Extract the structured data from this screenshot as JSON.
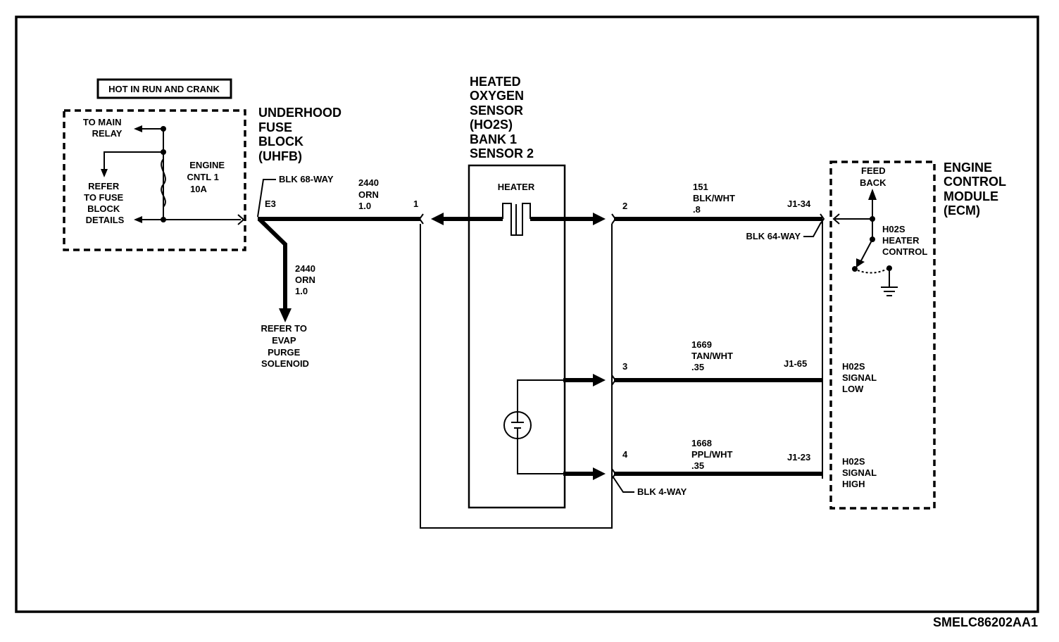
{
  "fuse_block": {
    "hot_label": "HOT IN RUN AND CRANK",
    "title": [
      "UNDERHOOD",
      "FUSE",
      "BLOCK",
      "(UHFB)"
    ],
    "to_main_relay": [
      "TO MAIN",
      "RELAY"
    ],
    "refer_fuse": [
      "REFER",
      "TO FUSE",
      "BLOCK",
      "DETAILS"
    ],
    "fuse": [
      "ENGINE",
      "CNTL 1",
      "10A"
    ],
    "connector": "BLK 68-WAY",
    "terminal": "E3"
  },
  "wire_2440_main": [
    "2440",
    "ORN",
    "1.0"
  ],
  "wire_2440_branch": [
    "2440",
    "ORN",
    "1.0"
  ],
  "evap_ref": [
    "REFER TO",
    "EVAP",
    "PURGE",
    "SOLENOID"
  ],
  "sensor": {
    "title": [
      "HEATED",
      "OXYGEN",
      "SENSOR",
      "(HO2S)",
      "BANK 1",
      "SENSOR 2"
    ],
    "heater_label": "HEATER",
    "connector": "BLK 4-WAY",
    "pins": [
      "1",
      "2",
      "3",
      "4"
    ]
  },
  "wires": [
    {
      "circuit": [
        "151",
        "BLK/WHT",
        ".8"
      ],
      "ecm_pin": "J1-34"
    },
    {
      "circuit": [
        "1669",
        "TAN/WHT",
        ".35"
      ],
      "ecm_pin": "J1-65"
    },
    {
      "circuit": [
        "1668",
        "PPL/WHT",
        ".35"
      ],
      "ecm_pin": "J1-23"
    }
  ],
  "ecm": {
    "title": [
      "ENGINE",
      "CONTROL",
      "MODULE",
      "(ECM)"
    ],
    "connector": "BLK 64-WAY",
    "feed_back": [
      "FEED",
      "BACK"
    ],
    "heater_control": [
      "H02S",
      "HEATER",
      "CONTROL"
    ],
    "signal_low": [
      "H02S",
      "SIGNAL",
      "LOW"
    ],
    "signal_high": [
      "H02S",
      "SIGNAL",
      "HIGH"
    ]
  },
  "figure_id": "SMELC86202AA1"
}
